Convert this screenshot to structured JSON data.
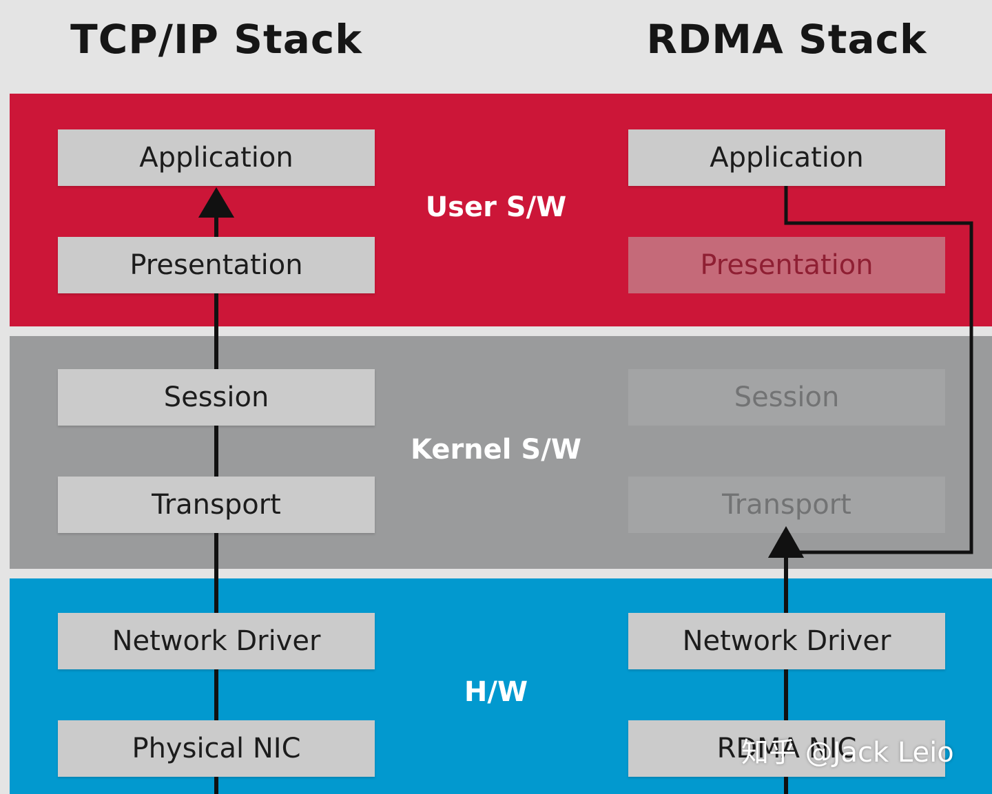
{
  "titles": {
    "tcpip": "TCP/IP Stack",
    "rdma": "RDMA Stack"
  },
  "bands": {
    "user": "User S/W",
    "kernel": "Kernel S/W",
    "hw": "H/W"
  },
  "tcpip_layers": {
    "application": "Application",
    "presentation": "Presentation",
    "session": "Session",
    "transport": "Transport",
    "network_driver": "Network Driver",
    "nic": "Physical NIC"
  },
  "rdma_layers": {
    "application": "Application",
    "presentation": "Presentation",
    "session": "Session",
    "transport": "Transport",
    "network_driver": "Network Driver",
    "nic": "RDMA NIC"
  },
  "watermark": "知乎 @Jack Leio",
  "colors": {
    "user_band": "#cc1638",
    "kernel_band": "#9a9b9c",
    "hw_band": "#0299cf",
    "layer_box": "#cbcbcb",
    "arrow": "#111111"
  }
}
